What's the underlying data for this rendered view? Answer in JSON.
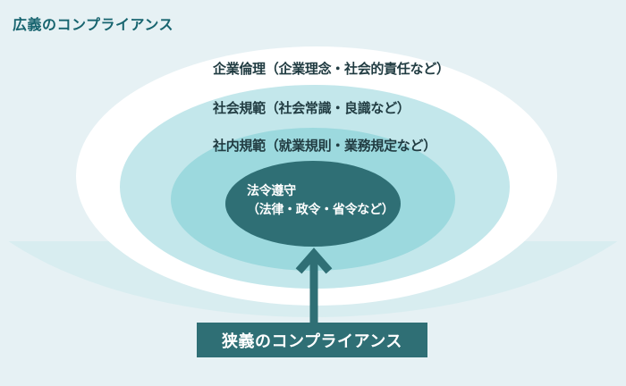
{
  "title": "広義のコンプライアンス",
  "diagram": {
    "rings": [
      {
        "label": "企業倫理（企業理念・社会的責任など）",
        "color": "#ffffff"
      },
      {
        "label": "社会規範（社会常識・良識など）",
        "color": "#c3e7eb"
      },
      {
        "label": "社内規範（就業規則・業務規定など）",
        "color": "#9cd9de"
      }
    ],
    "core": {
      "line1": "法令遵守",
      "line2": "（法律・政令・省令など）",
      "color": "#2f6f75",
      "text_color": "#ffffff"
    },
    "arrow": {
      "direction": "up",
      "color": "#2f6f75"
    },
    "callout": {
      "label": "狭義のコンプライアンス",
      "color": "#2f6f75",
      "text_color": "#ffffff"
    }
  },
  "colors": {
    "background": "#e6f1f4",
    "wave": "#d8edf0",
    "ring_outer": "#ffffff",
    "ring_mid": "#c3e7eb",
    "ring_inner": "#9cd9de",
    "core": "#2f6f75",
    "accent": "#2f6f75",
    "title_text": "#17646f",
    "label_text": "#213c42",
    "light_text": "#ffffff"
  }
}
